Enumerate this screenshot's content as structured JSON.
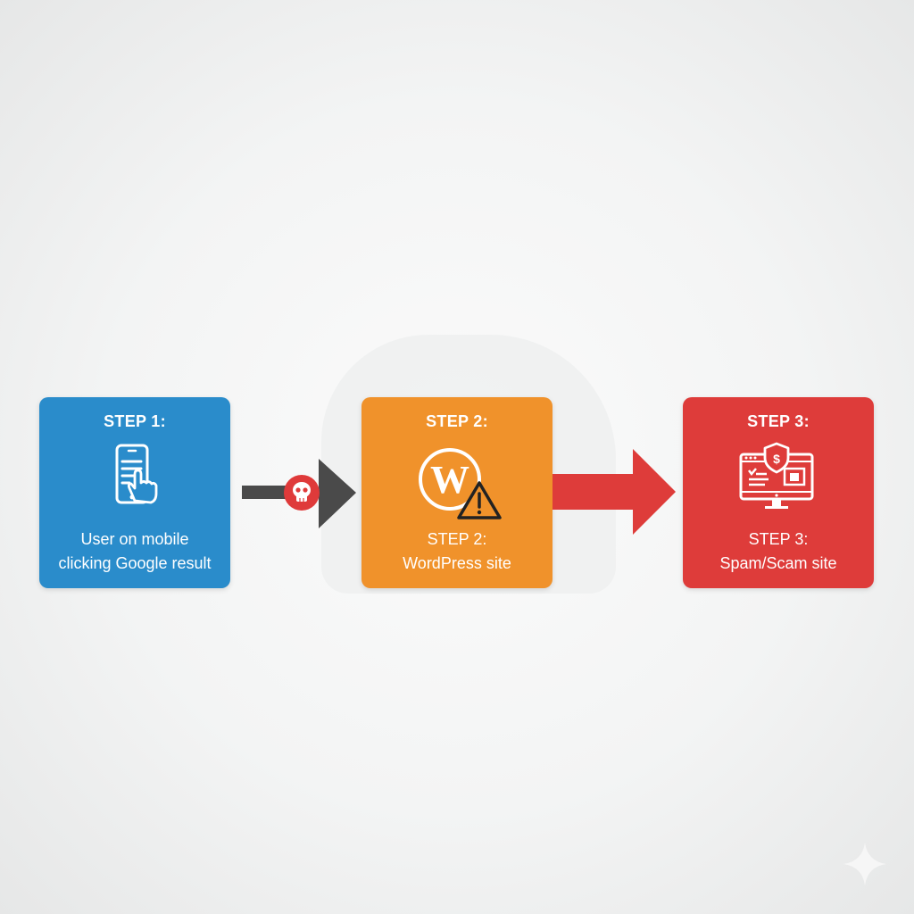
{
  "diagram": {
    "type": "flow",
    "colors": {
      "background": "#f3f4f4",
      "step1": "#2a8ccb",
      "step2": "#f0922b",
      "step3": "#de3c3a",
      "arrow_dark": "#4a4a4a",
      "arrow_red": "#de3c3a",
      "skull_badge": "#df3a3a"
    },
    "steps": [
      {
        "title": "STEP 1:",
        "icon": "mobile-tap-icon",
        "caption_line1": "User on mobile",
        "caption_line2": "clicking Google result"
      },
      {
        "title": "STEP 2:",
        "icon": "wordpress-warning-icon",
        "caption_line1": "STEP 2:",
        "caption_line2": "WordPress site"
      },
      {
        "title": "STEP 3:",
        "icon": "scam-monitor-icon",
        "caption_line1": "STEP 3:",
        "caption_line2": "Spam/Scam site"
      }
    ],
    "connectors": [
      {
        "from": "STEP 1",
        "to": "STEP 2",
        "style": "dark-arrow",
        "badge_icon": "skull-icon"
      },
      {
        "from": "STEP 2",
        "to": "STEP 3",
        "style": "red-arrow"
      }
    ],
    "watermark_icon": "sparkle-icon"
  }
}
